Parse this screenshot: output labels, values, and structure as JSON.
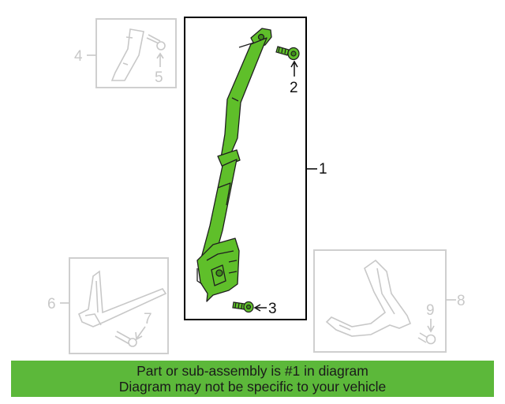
{
  "colors": {
    "part_green": "#5fbf2a",
    "part_outline": "#1f1f1f",
    "ghost_gray": "#c8c8c8",
    "banner_green": "#5cb83a",
    "frame_black": "#000000"
  },
  "callouts": {
    "c1": "1",
    "c2": "2",
    "c3": "3",
    "c4": "4",
    "c5": "5",
    "c6": "6",
    "c7": "7",
    "c8": "8",
    "c9": "9"
  },
  "banner": {
    "line1": "Part or sub-assembly is #1 in diagram",
    "line2": "Diagram may not be specific to your vehicle"
  }
}
